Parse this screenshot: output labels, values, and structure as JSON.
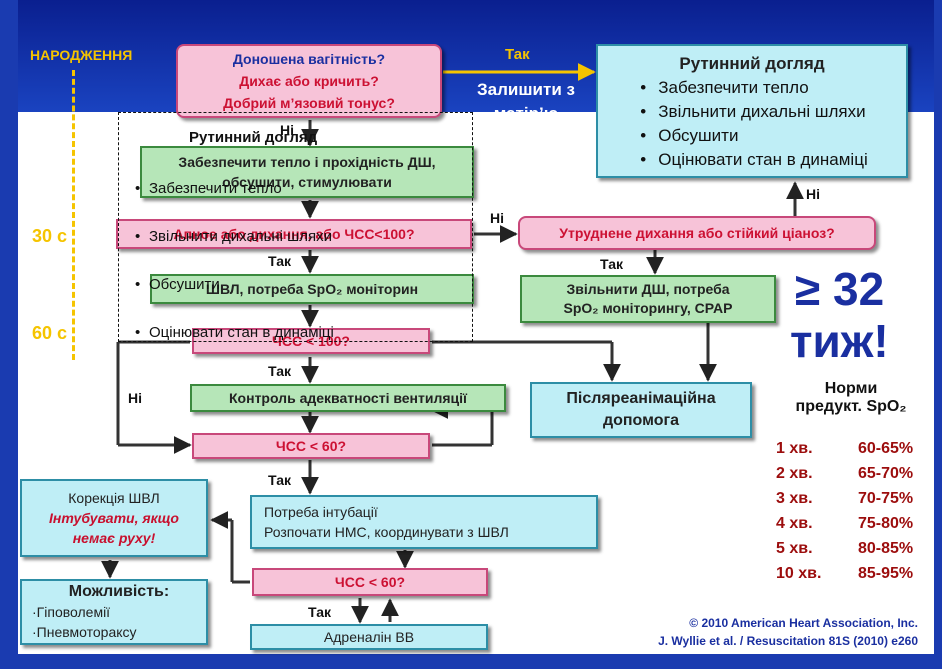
{
  "timeline": {
    "birth": "НАРОДЖЕННЯ",
    "t30": "30 с",
    "t60": "60 с"
  },
  "boxes": {
    "start": [
      "Доношена вагітність?",
      "Дихає або кричить?",
      "Добрий м’язовий тонус?"
    ],
    "stay_with_mother": "Залишити з матір’ю",
    "routine_title": "Рутинний догляд",
    "routine_items": [
      "Забезпечити тепло",
      "Звільнити дихальні шляхи",
      "Обсушити",
      "Оцінювати стан в динаміці"
    ],
    "initial_steps": [
      "Забезпечити тепло і прохідність ДШ,",
      "обсушити, стимулювати"
    ],
    "apnea_question": "Апное або дихання, або ЧСС<100?",
    "ppv": "ШВЛ, потреба SpO₂ моніторин",
    "labored_question": "Утруднене дихання або стійкий ціаноз?",
    "clear_airway": [
      "Звільнити ДШ, потреба",
      "SpO₂ моніторингу, CPAP"
    ],
    "hr100": "ЧСС < 100?",
    "ventilation_check": "Контроль адекватності вентиляції",
    "post_resus": [
      "Післяреанімаційна",
      "допомога"
    ],
    "hr60a": "ЧСС < 60?",
    "intubation": [
      "Потреба інтубації",
      "Розпочати НМС, координувати з ШВЛ"
    ],
    "correction_title": "Корекція ШВЛ",
    "correction_note": [
      "Інтубувати, якщо",
      "немає руху!"
    ],
    "hr60b": "ЧСС < 60?",
    "adrenaline": "Адреналін ВВ",
    "possible_title": "Можливість:",
    "possible_items": [
      "Гіповолемії",
      "Пневмотораксу"
    ]
  },
  "labels": {
    "yes": "Так",
    "no": "Ні"
  },
  "ghost": {
    "title": "Рутинний догляд",
    "items": [
      "Забезпечити тепло",
      "Звільнити дихальні шляхи",
      "Обсушити",
      "Оцінювати стан в динаміці"
    ]
  },
  "gestation": {
    "sign": "≥ 32",
    "unit": "тиж!"
  },
  "norms": {
    "title": "Норми",
    "subtitle": "предукт. SpO₂",
    "rows": [
      {
        "min": "1 хв.",
        "range": "60-65%"
      },
      {
        "min": "2 хв.",
        "range": "65-70%"
      },
      {
        "min": "3 хв.",
        "range": "70-75%"
      },
      {
        "min": "4 хв.",
        "range": "75-80%"
      },
      {
        "min": "5 хв.",
        "range": "80-85%"
      },
      {
        "min": "10 хв.",
        "range": "85-95%"
      }
    ]
  },
  "credit": {
    "line1": "© 2010 American Heart Association, Inc.",
    "line2": "J. Wyllie et al. / Resuscitation 81S (2010) e260"
  },
  "colors": {
    "pink_fill": "#f7c3d8",
    "green_fill": "#b6e6b8",
    "cyan_fill": "#bfeef6",
    "header_blue": "#1a3bb0",
    "timeline_yellow": "#f5c400",
    "norm_red": "#9c0d0d"
  }
}
